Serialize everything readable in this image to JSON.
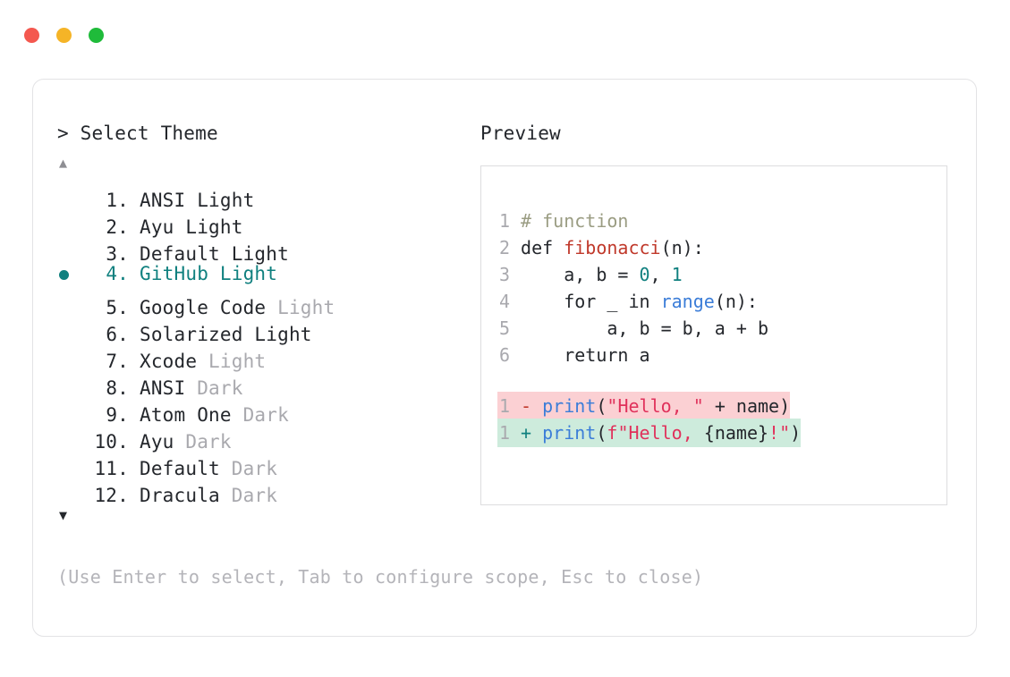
{
  "window": {
    "buttons": [
      {
        "name": "close",
        "color": "#F4584F"
      },
      {
        "name": "minimize",
        "color": "#F5B427"
      },
      {
        "name": "maximize",
        "color": "#1FBB3A"
      }
    ]
  },
  "prompt": {
    "heading": "> Select Theme",
    "scroll_up": "▲",
    "scroll_down": "▼",
    "selected_index": 4
  },
  "themes": [
    {
      "index": "1.",
      "name": "ANSI",
      "variant": "Light",
      "variant_muted": false,
      "selected": false
    },
    {
      "index": "2.",
      "name": "Ayu",
      "variant": "Light",
      "variant_muted": false,
      "selected": false
    },
    {
      "index": "3.",
      "name": "Default",
      "variant": "Light",
      "variant_muted": false,
      "selected": false
    },
    {
      "index": "4.",
      "name": "GitHub",
      "variant": "Light",
      "variant_muted": false,
      "selected": true
    },
    {
      "index": "5.",
      "name": "Google Code",
      "variant": "Light",
      "variant_muted": true,
      "selected": false
    },
    {
      "index": "6.",
      "name": "Solarized",
      "variant": "Light",
      "variant_muted": false,
      "selected": false
    },
    {
      "index": "7.",
      "name": "Xcode",
      "variant": "Light",
      "variant_muted": true,
      "selected": false
    },
    {
      "index": "8.",
      "name": "ANSI",
      "variant": "Dark",
      "variant_muted": true,
      "selected": false
    },
    {
      "index": "9.",
      "name": "Atom One",
      "variant": "Dark",
      "variant_muted": true,
      "selected": false
    },
    {
      "index": "10.",
      "name": "Ayu",
      "variant": "Dark",
      "variant_muted": true,
      "selected": false
    },
    {
      "index": "11.",
      "name": "Default",
      "variant": "Dark",
      "variant_muted": true,
      "selected": false
    },
    {
      "index": "12.",
      "name": "Dracula",
      "variant": "Dark",
      "variant_muted": true,
      "selected": false
    }
  ],
  "preview": {
    "heading": "Preview",
    "code_lines": [
      {
        "number": "1",
        "tokens": [
          {
            "t": "# function",
            "c": "comment"
          }
        ]
      },
      {
        "number": "2",
        "tokens": [
          {
            "t": "def ",
            "c": "kw"
          },
          {
            "t": "fibonacci",
            "c": "fn"
          },
          {
            "t": "(n):",
            "c": "plain"
          }
        ]
      },
      {
        "number": "3",
        "tokens": [
          {
            "t": "    a, b = ",
            "c": "plain"
          },
          {
            "t": "0",
            "c": "num"
          },
          {
            "t": ", ",
            "c": "plain"
          },
          {
            "t": "1",
            "c": "num"
          }
        ]
      },
      {
        "number": "4",
        "tokens": [
          {
            "t": "    for _ in ",
            "c": "plain"
          },
          {
            "t": "range",
            "c": "builtin"
          },
          {
            "t": "(n):",
            "c": "plain"
          }
        ]
      },
      {
        "number": "5",
        "tokens": [
          {
            "t": "        a, b = b, a + b",
            "c": "plain"
          }
        ]
      },
      {
        "number": "6",
        "tokens": [
          {
            "t": "    return a",
            "c": "plain"
          }
        ]
      }
    ],
    "diff_lines": [
      {
        "number": "1",
        "kind": "del",
        "sign": "-",
        "tokens": [
          {
            "t": "print",
            "c": "call"
          },
          {
            "t": "(",
            "c": "plain"
          },
          {
            "t": "\"Hello, \"",
            "c": "str"
          },
          {
            "t": " + name)",
            "c": "plain"
          }
        ]
      },
      {
        "number": "1",
        "kind": "add",
        "sign": "+",
        "tokens": [
          {
            "t": "print",
            "c": "call"
          },
          {
            "t": "(",
            "c": "plain"
          },
          {
            "t": "f\"Hello, ",
            "c": "str"
          },
          {
            "t": "{name}",
            "c": "plain"
          },
          {
            "t": "!\"",
            "c": "str"
          },
          {
            "t": ")",
            "c": "plain"
          }
        ]
      }
    ]
  },
  "footer": {
    "hint": "(Use Enter to select, Tab to configure scope, Esc to close)"
  }
}
